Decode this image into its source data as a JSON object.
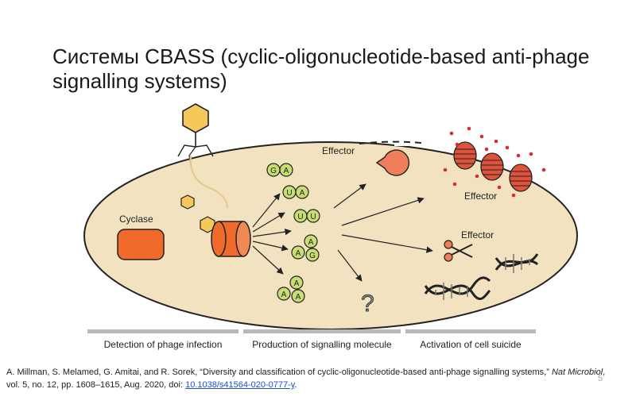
{
  "slide": {
    "title": "Системы CBASS (cyclic-oligonucleotide-based anti-phage signalling systems)",
    "page_number": "5"
  },
  "diagram": {
    "labels": {
      "cyclase": "Cyclase",
      "effector_protein": "Effector",
      "effector_membrane": "Effector",
      "effector_nuclease": "Effector",
      "unknown": "?"
    },
    "molecules": [
      [
        "G",
        "A"
      ],
      [
        "U",
        "A"
      ],
      [
        "U",
        "U"
      ],
      [
        "A",
        "A",
        "G"
      ],
      [
        "A",
        "A",
        "A"
      ]
    ],
    "stages": [
      "Detection of phage infection",
      "Production of signalling molecule",
      "Activation of cell suicide"
    ],
    "colors": {
      "cell_fill": "#f2e2bf",
      "cyclase": "#ef6a2b",
      "phage_head": "#f5c85c",
      "nucleotide": "#c7de72",
      "effector": "#ef7f5a",
      "pore": "#e0533a",
      "droplet": "#d62b3a",
      "stage_bar": "#b8b8b8"
    }
  },
  "citation": {
    "text_before": "A. Millman, S. Melamed, G. Amitai, and R. Sorek, “Diversity and classification of cyclic-oligonucleotide-based anti-phage signalling systems,” ",
    "journal": "Nat Microbiol",
    "text_after": ", vol. 5, no. 12, pp. 1608–1615, Aug. 2020, doi: ",
    "doi": "10.1038/s41564-020-0777-y",
    "end": "."
  }
}
